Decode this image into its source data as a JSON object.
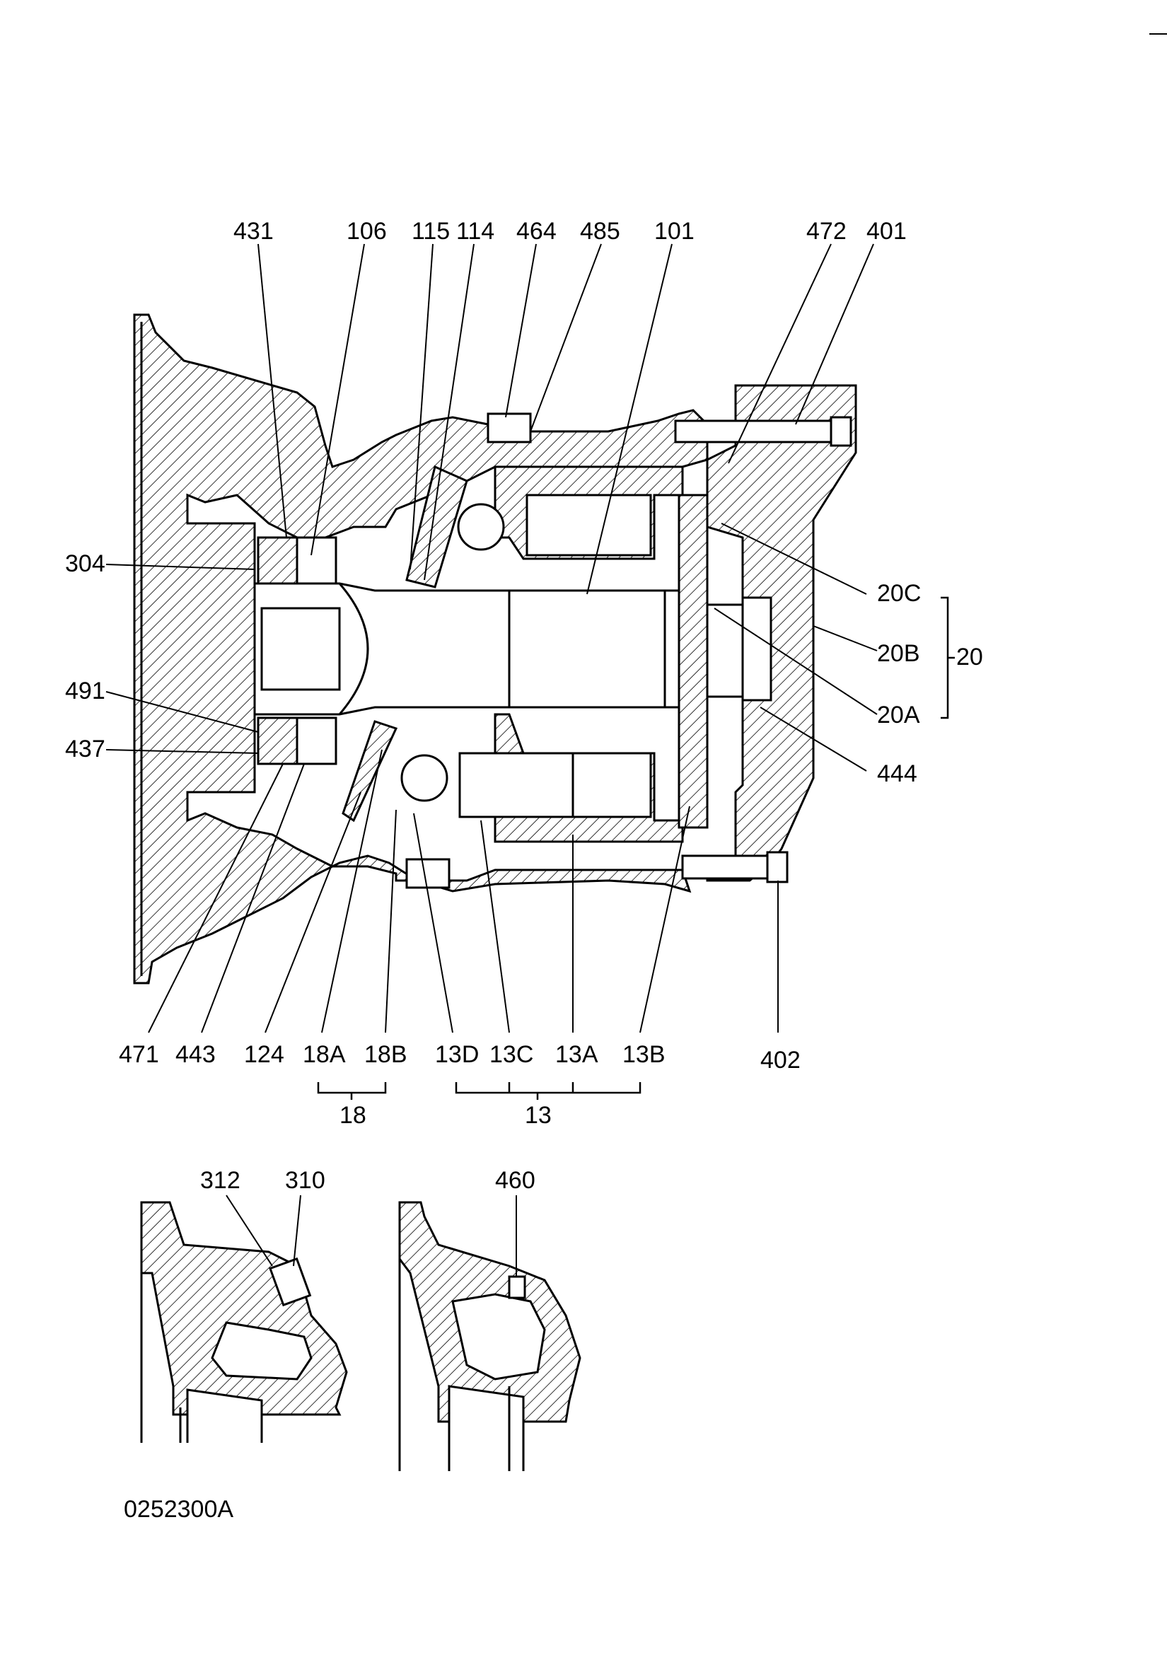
{
  "drawing_number": "0252300A",
  "callouts_top": [
    {
      "id": "431",
      "label": "431"
    },
    {
      "id": "106",
      "label": "106"
    },
    {
      "id": "115",
      "label": "115"
    },
    {
      "id": "114",
      "label": "114"
    },
    {
      "id": "464",
      "label": "464"
    },
    {
      "id": "485",
      "label": "485"
    },
    {
      "id": "101",
      "label": "101"
    },
    {
      "id": "472",
      "label": "472"
    },
    {
      "id": "401",
      "label": "401"
    }
  ],
  "callouts_left": [
    {
      "id": "304",
      "label": "304"
    },
    {
      "id": "491",
      "label": "491"
    },
    {
      "id": "437",
      "label": "437"
    }
  ],
  "callouts_right": [
    {
      "id": "20C",
      "label": "20C"
    },
    {
      "id": "20B",
      "label": "20B"
    },
    {
      "id": "20A",
      "label": "20A"
    },
    {
      "id": "444",
      "label": "444"
    },
    {
      "id": "20",
      "label": "20"
    }
  ],
  "callouts_bottom": [
    {
      "id": "471",
      "label": "471"
    },
    {
      "id": "443",
      "label": "443"
    },
    {
      "id": "124",
      "label": "124"
    },
    {
      "id": "18A",
      "label": "18A"
    },
    {
      "id": "18B",
      "label": "18B"
    },
    {
      "id": "13D",
      "label": "13D"
    },
    {
      "id": "13C",
      "label": "13C"
    },
    {
      "id": "13A",
      "label": "13A"
    },
    {
      "id": "13B",
      "label": "13B"
    },
    {
      "id": "402",
      "label": "402"
    },
    {
      "id": "18",
      "label": "18"
    },
    {
      "id": "13",
      "label": "13"
    }
  ],
  "callouts_detail": [
    {
      "id": "312",
      "label": "312"
    },
    {
      "id": "310",
      "label": "310"
    },
    {
      "id": "460",
      "label": "460"
    }
  ]
}
